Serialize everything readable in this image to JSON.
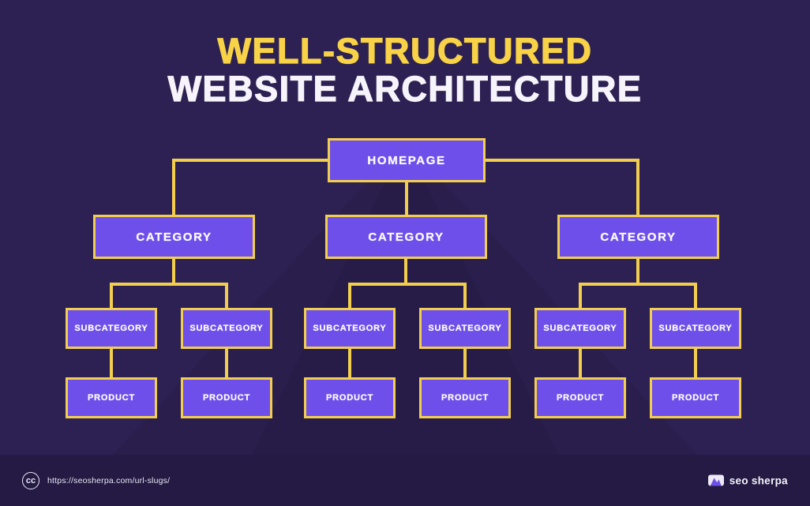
{
  "title": {
    "line1": "WELL-STRUCTURED",
    "line2": "WEBSITE ARCHITECTURE"
  },
  "tree": {
    "homepage": {
      "label": "HOMEPAGE"
    },
    "categories": [
      {
        "label": "CATEGORY",
        "subcategories": [
          {
            "label": "SUBCATEGORY",
            "product": {
              "label": "PRODUCT"
            }
          },
          {
            "label": "SUBCATEGORY",
            "product": {
              "label": "PRODUCT"
            }
          }
        ]
      },
      {
        "label": "CATEGORY",
        "subcategories": [
          {
            "label": "SUBCATEGORY",
            "product": {
              "label": "PRODUCT"
            }
          },
          {
            "label": "SUBCATEGORY",
            "product": {
              "label": "PRODUCT"
            }
          }
        ]
      },
      {
        "label": "CATEGORY",
        "subcategories": [
          {
            "label": "SUBCATEGORY",
            "product": {
              "label": "PRODUCT"
            }
          },
          {
            "label": "SUBCATEGORY",
            "product": {
              "label": "PRODUCT"
            }
          }
        ]
      }
    ]
  },
  "footer": {
    "license_text": "cc",
    "url": "https://seosherpa.com/url-slugs/",
    "brand": "seo sherpa"
  },
  "colors": {
    "background": "#2D2154",
    "footer_background": "#241A43",
    "node_fill": "#6E4FEA",
    "accent_yellow": "#F2CE4E",
    "title_yellow": "#F8D247",
    "text_white": "#F6F4FA"
  }
}
